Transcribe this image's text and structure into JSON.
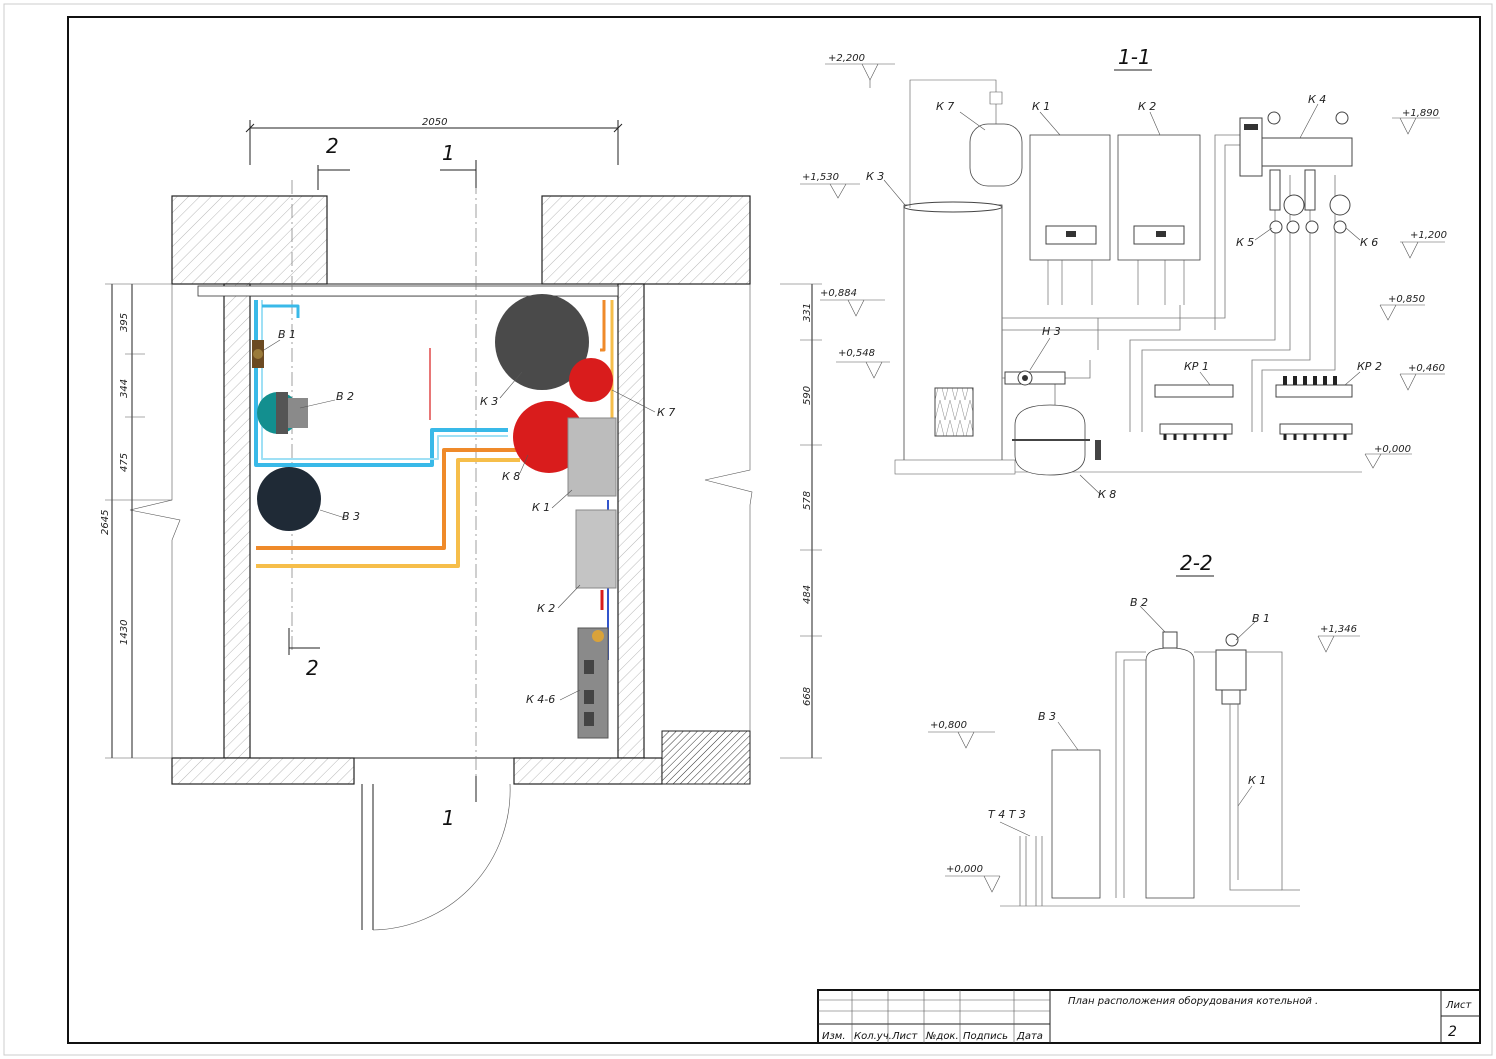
{
  "plan": {
    "dim_width": "2050",
    "dims_left": [
      "395",
      "344",
      "475",
      "1430"
    ],
    "dim_total": "2645",
    "dims_right": [
      "331",
      "590",
      "578",
      "484",
      "668"
    ],
    "section_marks": [
      "1",
      "2",
      "1",
      "2"
    ],
    "labels": {
      "b1": "В 1",
      "b2": "В 2",
      "b3": "В 3",
      "k3": "К 3",
      "k7": "К 7",
      "k8": "К 8",
      "k1": "К 1",
      "k2": "К 2",
      "k46": "К 4-6"
    }
  },
  "section_1_1": {
    "title": "1-1",
    "levels": [
      "+2,200",
      "+1,530",
      "+0,884",
      "+0,548",
      "+1,890",
      "+1,200",
      "+0,850",
      "+0,460",
      "+0,000"
    ],
    "labels": {
      "k7": "К 7",
      "k1": "К 1",
      "k2": "К 2",
      "k4": "К 4",
      "k3": "К 3",
      "k5": "К 5",
      "k6": "К 6",
      "h3": "Н 3",
      "kp1": "КР 1",
      "kp2": "КР 2",
      "k8": "К 8"
    }
  },
  "section_2_2": {
    "title": "2-2",
    "levels": [
      "+1,346",
      "+0,800",
      "+0,000"
    ],
    "labels": {
      "b2": "В 2",
      "b1": "В 1",
      "b3": "В 3",
      "k1": "К 1",
      "t4t3": "Т 4  Т 3"
    }
  },
  "title_block": {
    "description": "План расположения оборудования котельной .",
    "sheet_label": "Лист",
    "sheet_number": "2",
    "columns": [
      "Изм.",
      "Кол.уч.",
      "Лист",
      "№док.",
      "Подпись",
      "Дата"
    ]
  },
  "colors": {
    "cold_pipe": "#39b9e8",
    "hot_pipe": "#f2a23a",
    "red_tank": "#d91c1c",
    "dark_tank": "#4a4a4a",
    "filter_teal": "#138f8f",
    "softener": "#1f2a36"
  }
}
